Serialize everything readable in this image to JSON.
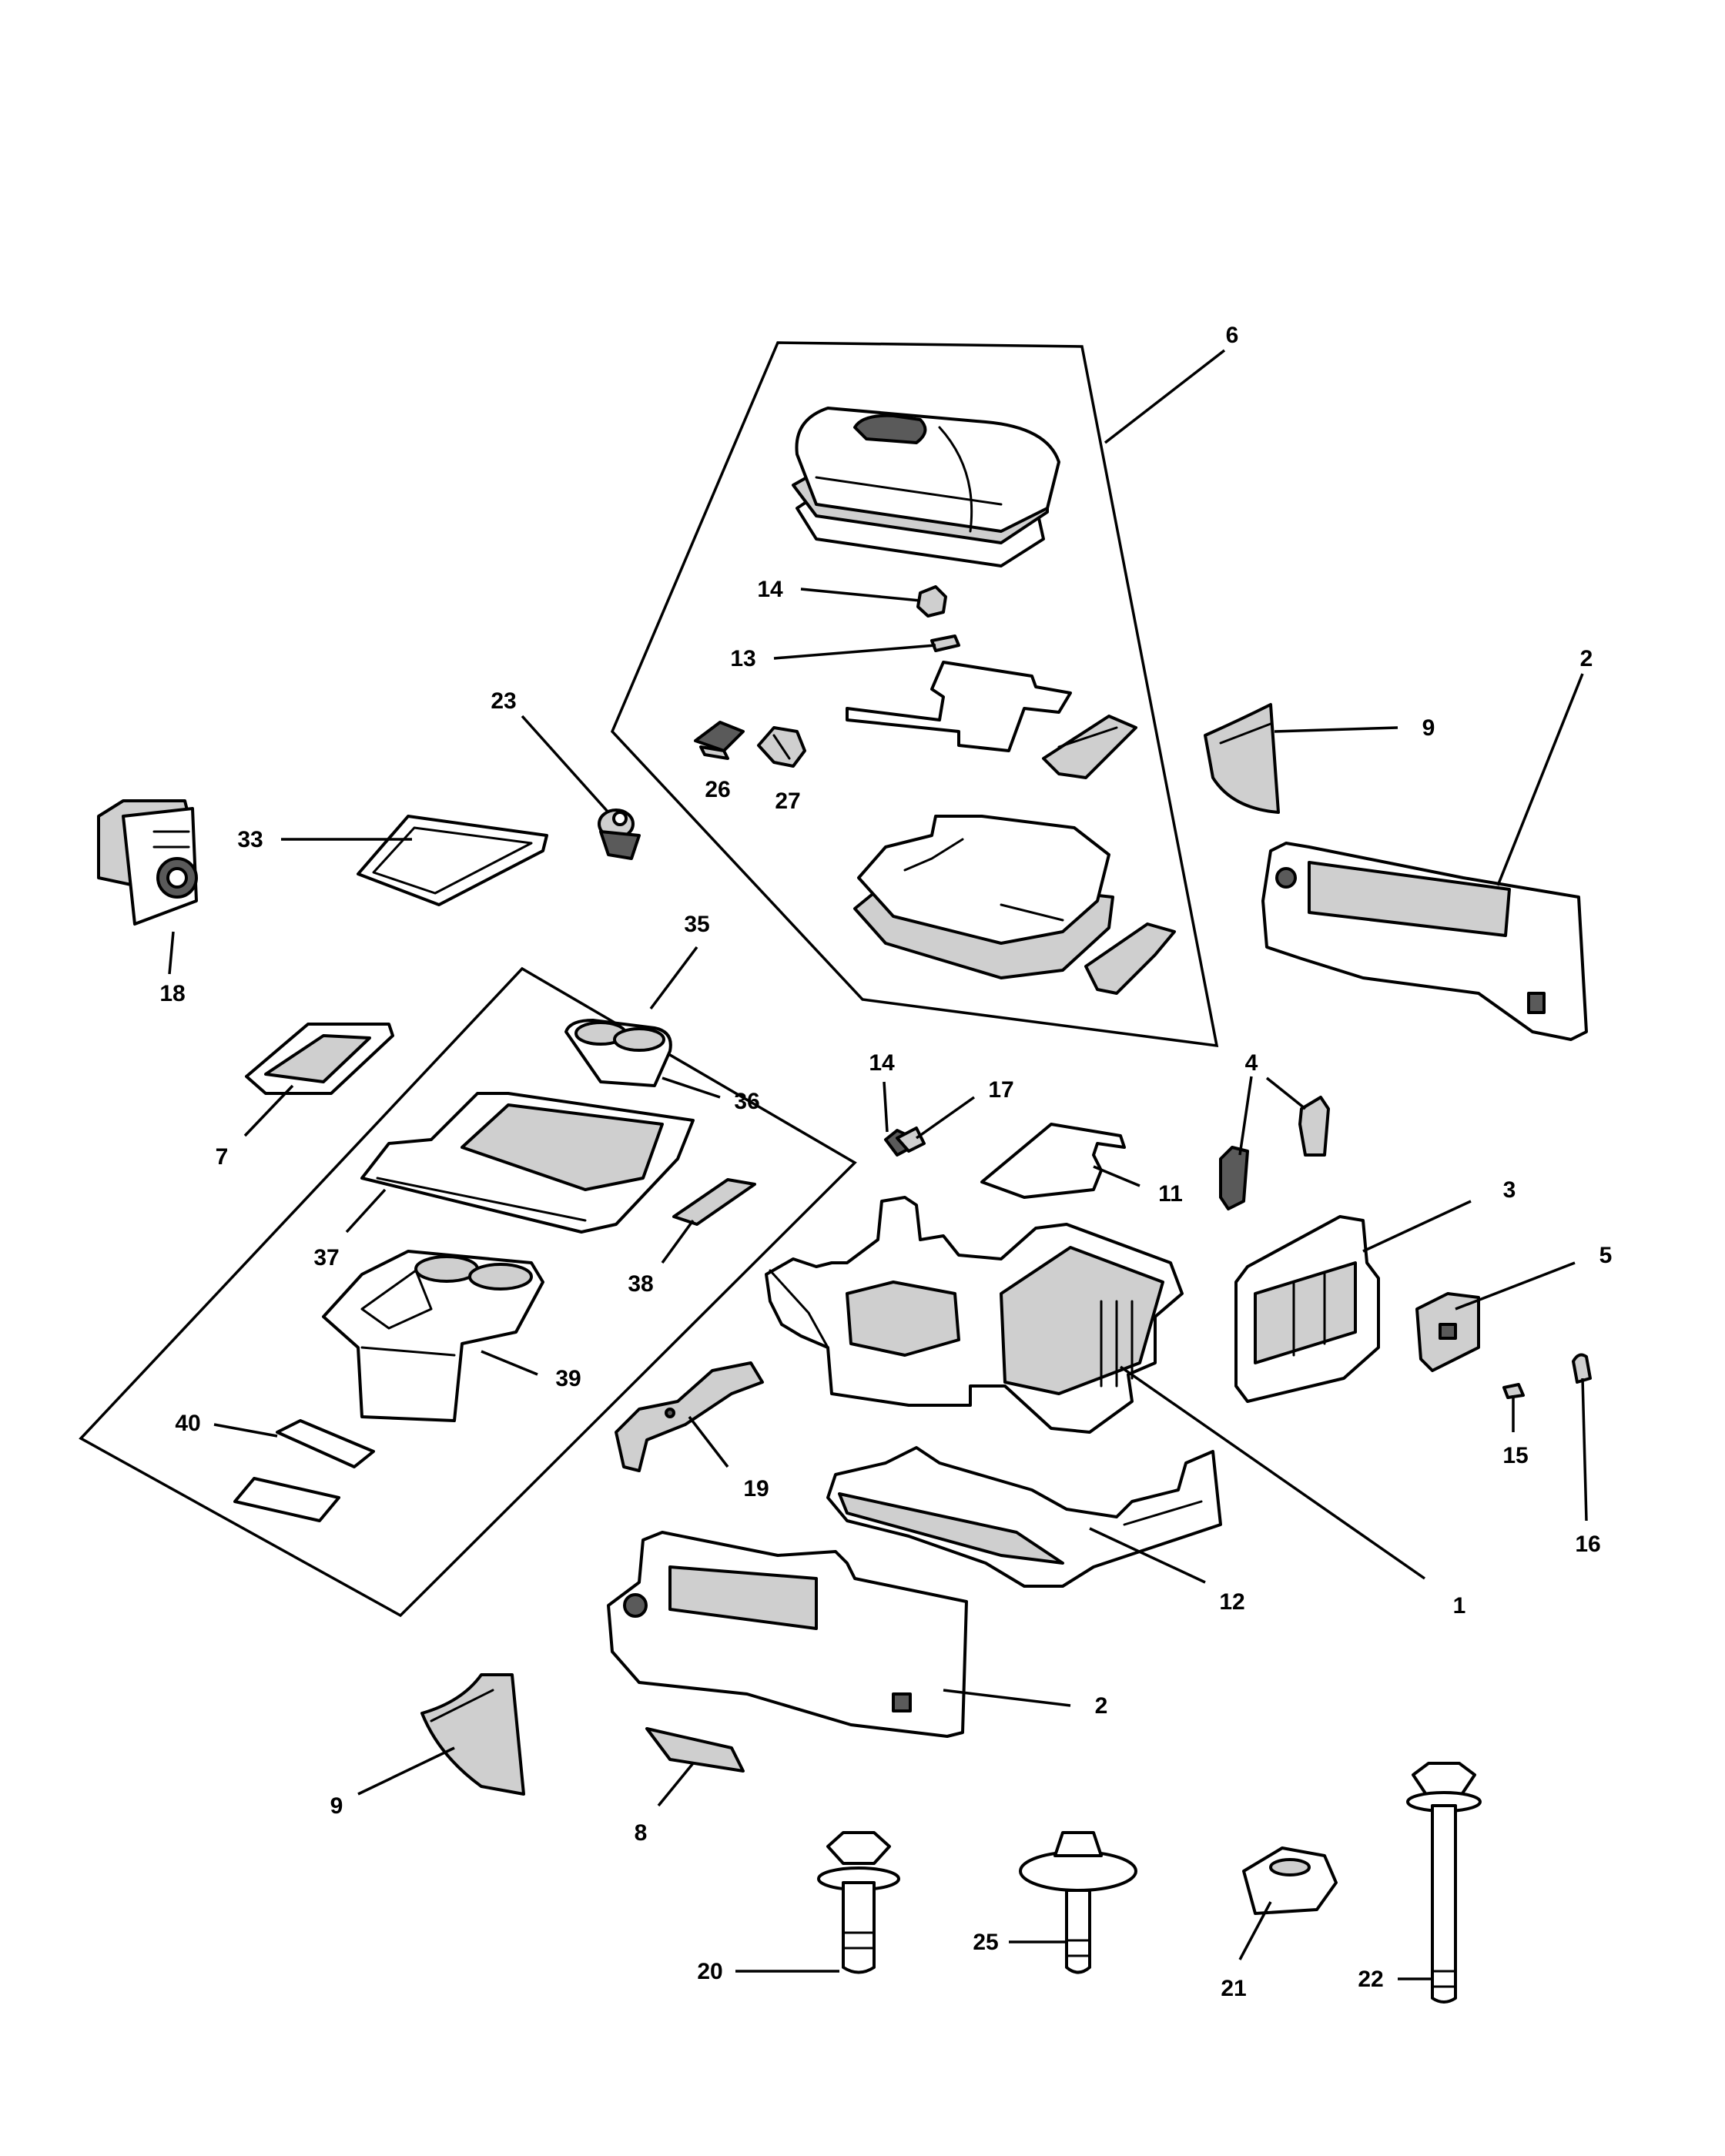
{
  "diagram": {
    "type": "exploded-parts-diagram",
    "callouts": [
      {
        "id": "c6",
        "label": "6"
      },
      {
        "id": "c14a",
        "label": "14"
      },
      {
        "id": "c13",
        "label": "13"
      },
      {
        "id": "c26",
        "label": "26"
      },
      {
        "id": "c27",
        "label": "27"
      },
      {
        "id": "c23",
        "label": "23"
      },
      {
        "id": "c33",
        "label": "33"
      },
      {
        "id": "c18",
        "label": "18"
      },
      {
        "id": "c9a",
        "label": "9"
      },
      {
        "id": "c2a",
        "label": "2"
      },
      {
        "id": "c35",
        "label": "35"
      },
      {
        "id": "c36",
        "label": "36"
      },
      {
        "id": "c7",
        "label": "7"
      },
      {
        "id": "c37",
        "label": "37"
      },
      {
        "id": "c38",
        "label": "38"
      },
      {
        "id": "c39",
        "label": "39"
      },
      {
        "id": "c40",
        "label": "40"
      },
      {
        "id": "c14b",
        "label": "14"
      },
      {
        "id": "c17",
        "label": "17"
      },
      {
        "id": "c11",
        "label": "11"
      },
      {
        "id": "c4",
        "label": "4"
      },
      {
        "id": "c3",
        "label": "3"
      },
      {
        "id": "c5",
        "label": "5"
      },
      {
        "id": "c15",
        "label": "15"
      },
      {
        "id": "c16",
        "label": "16"
      },
      {
        "id": "c1",
        "label": "1"
      },
      {
        "id": "c12",
        "label": "12"
      },
      {
        "id": "c19",
        "label": "19"
      },
      {
        "id": "c2b",
        "label": "2"
      },
      {
        "id": "c9b",
        "label": "9"
      },
      {
        "id": "c8",
        "label": "8"
      },
      {
        "id": "c20",
        "label": "20"
      },
      {
        "id": "c25",
        "label": "25"
      },
      {
        "id": "c21",
        "label": "21"
      },
      {
        "id": "c22",
        "label": "22"
      }
    ]
  }
}
